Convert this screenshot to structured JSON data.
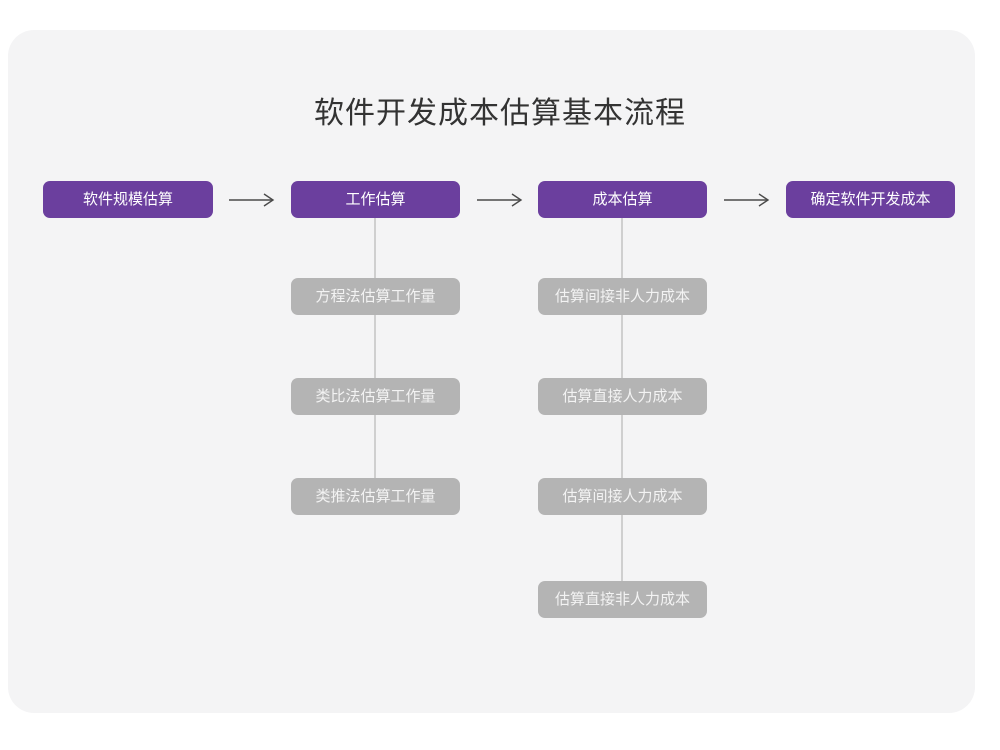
{
  "title": "软件开发成本估算基本流程",
  "colors": {
    "page_background": "#ffffff",
    "card_background": "#f4f4f5",
    "primary_node": "#6b3f9e",
    "primary_node_text": "#ffffff",
    "secondary_node": "#b4b4b4",
    "secondary_node_text": "#f3f3f3",
    "connector_line": "#cfcfcf",
    "arrow": "#4a4a4a",
    "title_text": "#333333"
  },
  "flow": {
    "main_steps": [
      {
        "id": "step-1",
        "label": "软件规模估算"
      },
      {
        "id": "step-2",
        "label": "工作估算"
      },
      {
        "id": "step-3",
        "label": "成本估算"
      },
      {
        "id": "step-4",
        "label": "确定软件开发成本"
      }
    ],
    "arrows": [
      {
        "id": "arrow-1",
        "glyph": "arrow-right-icon"
      },
      {
        "id": "arrow-2",
        "glyph": "arrow-right-icon"
      },
      {
        "id": "arrow-3",
        "glyph": "arrow-right-icon"
      }
    ],
    "branches": [
      {
        "parent": "step-2",
        "items": [
          "方程法估算工作量",
          "类比法估算工作量",
          "类推法估算工作量"
        ]
      },
      {
        "parent": "step-3",
        "items": [
          "估算间接非人力成本",
          "估算直接人力成本",
          "估算间接人力成本",
          "估算直接非人力成本"
        ]
      }
    ]
  }
}
